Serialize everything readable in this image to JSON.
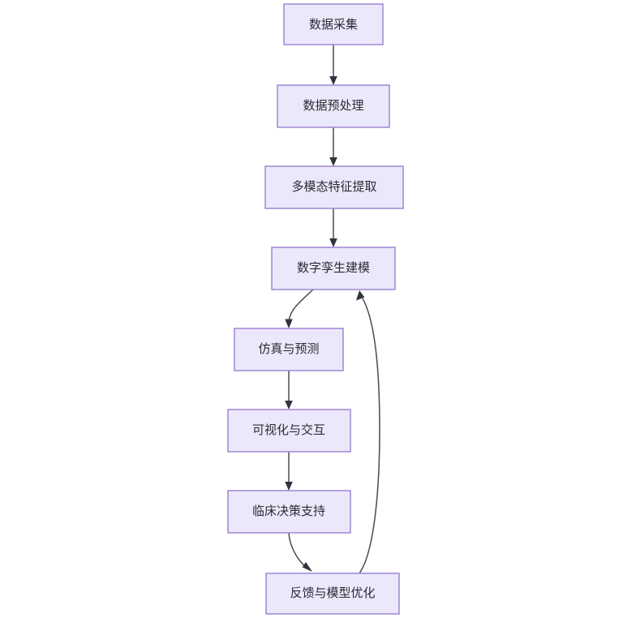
{
  "diagram": {
    "type": "flowchart",
    "direction": "top-to-bottom",
    "background_color": "#ffffff",
    "node_fill_color": "#ece8fb",
    "node_border_color": "#9a7fd0",
    "edge_color": "#4a4a55",
    "text_color": "#2b2b33",
    "nodes": [
      {
        "id": "n1",
        "label": "数据采集"
      },
      {
        "id": "n2",
        "label": "数据预处理"
      },
      {
        "id": "n3",
        "label": "多模态特征提取"
      },
      {
        "id": "n4",
        "label": "数字孪生建模"
      },
      {
        "id": "n5",
        "label": "仿真与预测"
      },
      {
        "id": "n6",
        "label": "可视化与交互"
      },
      {
        "id": "n7",
        "label": "临床决策支持"
      },
      {
        "id": "n8",
        "label": "反馈与模型优化"
      }
    ],
    "edges": [
      {
        "from": "n1",
        "to": "n2",
        "label": ""
      },
      {
        "from": "n2",
        "to": "n3",
        "label": ""
      },
      {
        "from": "n3",
        "to": "n4",
        "label": ""
      },
      {
        "from": "n4",
        "to": "n5",
        "label": ""
      },
      {
        "from": "n5",
        "to": "n6",
        "label": ""
      },
      {
        "from": "n6",
        "to": "n7",
        "label": ""
      },
      {
        "from": "n7",
        "to": "n8",
        "label": ""
      },
      {
        "from": "n8",
        "to": "n4",
        "label": ""
      }
    ]
  }
}
